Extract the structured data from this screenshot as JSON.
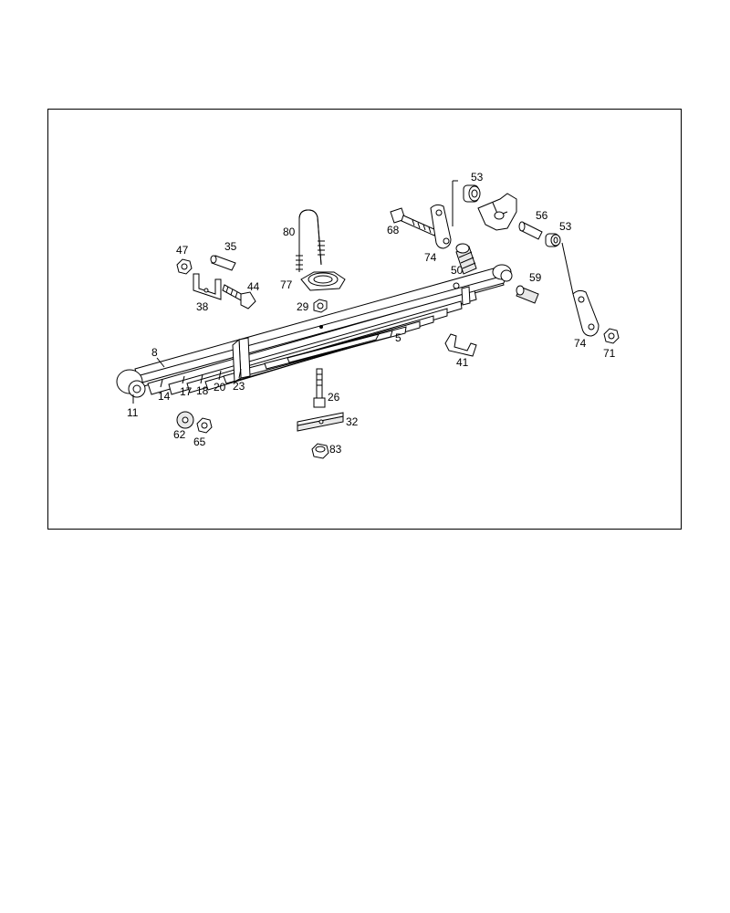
{
  "callouts": [
    {
      "id": "c53a",
      "text": "53"
    },
    {
      "id": "c68",
      "text": "68"
    },
    {
      "id": "c74a",
      "text": "74"
    },
    {
      "id": "c50",
      "text": "50"
    },
    {
      "id": "c56",
      "text": "56"
    },
    {
      "id": "c53b",
      "text": "53"
    },
    {
      "id": "c80",
      "text": "80"
    },
    {
      "id": "c47",
      "text": "47"
    },
    {
      "id": "c35",
      "text": "35"
    },
    {
      "id": "c59",
      "text": "59"
    },
    {
      "id": "c77",
      "text": "77"
    },
    {
      "id": "c44",
      "text": "44"
    },
    {
      "id": "c38",
      "text": "38"
    },
    {
      "id": "c29",
      "text": "29"
    },
    {
      "id": "c5",
      "text": "5"
    },
    {
      "id": "c8",
      "text": "8"
    },
    {
      "id": "c74b",
      "text": "74"
    },
    {
      "id": "c71",
      "text": "71"
    },
    {
      "id": "c41",
      "text": "41"
    },
    {
      "id": "c14",
      "text": "14"
    },
    {
      "id": "c17",
      "text": "17"
    },
    {
      "id": "c18",
      "text": "18"
    },
    {
      "id": "c20",
      "text": "20"
    },
    {
      "id": "c23",
      "text": "23"
    },
    {
      "id": "c26",
      "text": "26"
    },
    {
      "id": "c11",
      "text": "11"
    },
    {
      "id": "c32",
      "text": "32"
    },
    {
      "id": "c62",
      "text": "62"
    },
    {
      "id": "c65",
      "text": "65"
    },
    {
      "id": "c83",
      "text": "83"
    }
  ]
}
